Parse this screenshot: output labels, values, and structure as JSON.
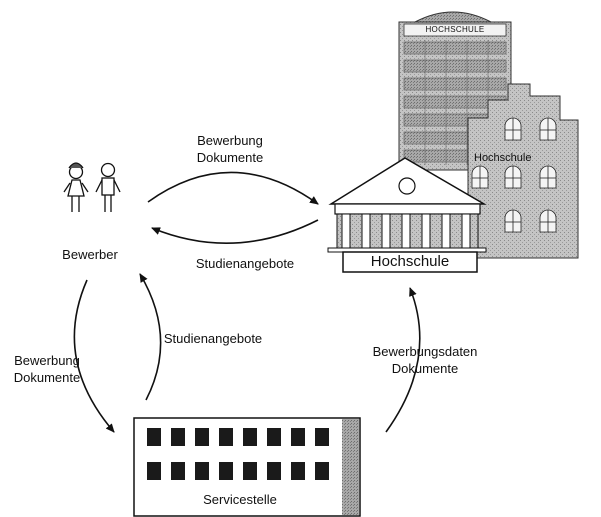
{
  "actors": {
    "applicant": "Bewerber",
    "university": "Hochschule",
    "service_center": "Servicestelle"
  },
  "building_signs": {
    "tower_sign": "HOCHSCHULE",
    "brick_sign": "Hochschule",
    "portico_sign": "Hochschule"
  },
  "flows": {
    "applicant_to_university": {
      "line1": "Bewerbung",
      "line2": "Dokumente"
    },
    "university_to_applicant": "Studienangebote",
    "applicant_to_service": {
      "line1": "Bewerbung",
      "line2": "Dokumente"
    },
    "service_to_applicant": "Studienangebote",
    "service_to_university": {
      "line1": "Bewerbungsdaten",
      "line2": "Dokumente"
    }
  },
  "colors": {
    "line": "#111111",
    "building_gray": "#b5b5b5",
    "window_dark": "#1a1a1a"
  }
}
